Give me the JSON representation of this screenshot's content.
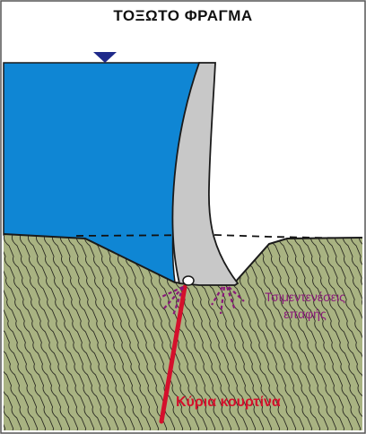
{
  "title": "ΤΟΞΩΤΟ ΦΡΑΓΜΑ",
  "labels": {
    "grouting_line1": "Τσιμεντενέσεις",
    "grouting_line2": "επαφής",
    "grout_curtain": "Κύρια κουρτίνα"
  },
  "colors": {
    "water": "#0f86d4",
    "dam_concrete": "#c8c8c8",
    "ground": "#a9b382",
    "ground_hatch": "#2a2a22",
    "grouting": "#8a1a7a",
    "curtain": "#d4102c",
    "water_level_marker": "#1f2a8a",
    "frame": "#555555"
  },
  "icons": {
    "water_level": "inverted-triangle-icon"
  }
}
